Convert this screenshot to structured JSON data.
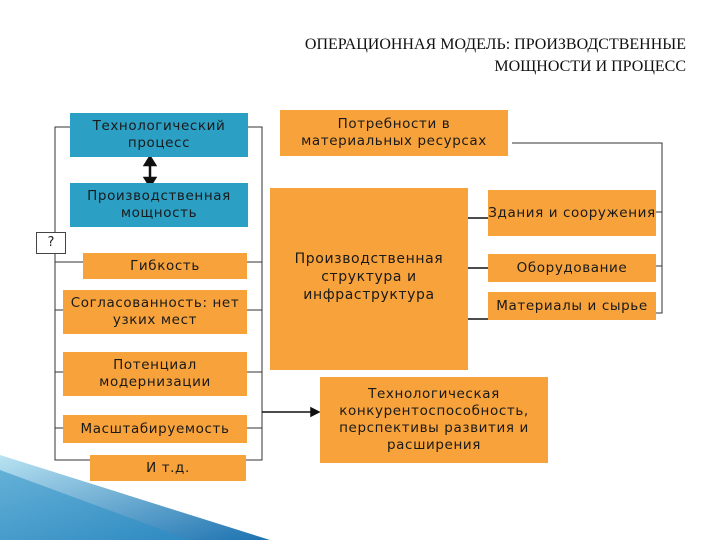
{
  "title": {
    "line1": "ОПЕРАЦИОННАЯ МОДЕЛЬ: ПРОИЗВОДСТВЕННЫЕ",
    "line2": "МОЩНОСТИ И ПРОЦЕСС"
  },
  "left": {
    "tech_process": "Технологический процесс",
    "capacity": "Производственная мощность",
    "question": "?",
    "flexibility": "Гибкость",
    "consistency": "Согласованность: нет узких мест",
    "modernization": "Потенциал модернизации",
    "scalability": "Масштабируемость",
    "etc": "И т.д."
  },
  "middle": {
    "needs": "Потребности в материальных ресурсах",
    "structure": "Производственная структура и инфраструктура",
    "competitiveness": "Технологическая конкурентоспособность, перспективы развития и расширения"
  },
  "right": {
    "buildings": "Здания и сооружения",
    "equipment": "Оборудование",
    "materials": "Материалы и сырье"
  },
  "colors": {
    "blue": "#2b9fc4",
    "orange": "#f7a23b",
    "accent_corner": "#1f7fb8"
  }
}
